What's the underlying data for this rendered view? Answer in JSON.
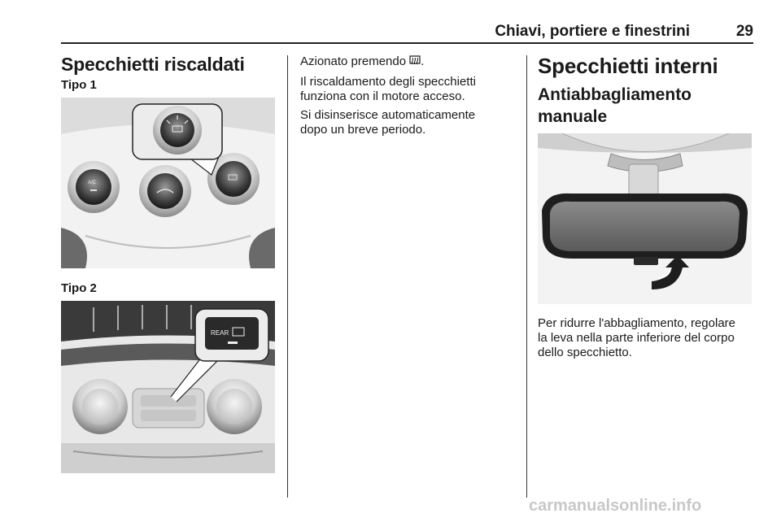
{
  "header": {
    "title": "Chiavi, portiere e finestrini",
    "page_number": "29"
  },
  "col1": {
    "heading": "Specchietti riscaldati",
    "tipo1_label": "Tipo 1",
    "tipo1_fig": {
      "knob_label": "A/C"
    },
    "tipo2_label": "Tipo 2",
    "tipo2_fig": {
      "button_label": "REAR"
    }
  },
  "col2": {
    "para1_text": "Azionato premendo ",
    "para1_end": ".",
    "para2": [
      "Il riscaldamento degli specchietti",
      "funziona con il motore acceso."
    ],
    "para3": [
      "Si disinserisce automaticamente",
      "dopo un breve periodo."
    ]
  },
  "col3": {
    "heading": "Specchietti interni",
    "subheading": [
      "Antiabbagliamento",
      "manuale"
    ],
    "body": [
      "Per ridurre l'abbagliamento, regolare",
      "la leva nella parte inferiore del corpo",
      "dello specchietto."
    ]
  },
  "footer": {
    "watermark": "carmanualsonline.info"
  }
}
